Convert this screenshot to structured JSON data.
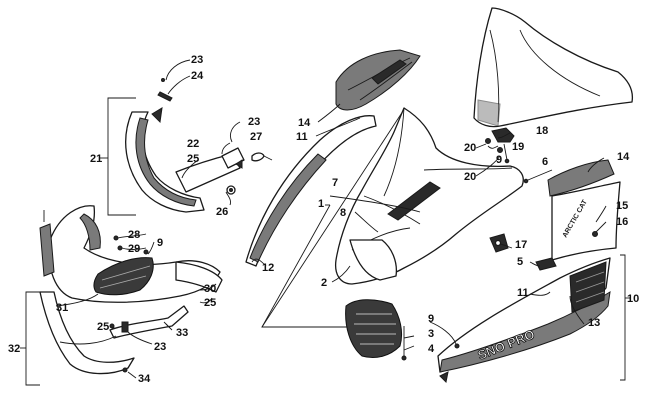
{
  "callouts": {
    "c1": "1",
    "c2": "2",
    "c3": "3",
    "c4": "4",
    "c5": "5",
    "c6": "6",
    "c7": "7",
    "c8": "8",
    "c9a": "9",
    "c9b": "9",
    "c9c": "9",
    "c10": "10",
    "c11a": "11",
    "c11b": "11",
    "c12": "12",
    "c13": "13",
    "c14a": "14",
    "c14b": "14",
    "c15": "15",
    "c16": "16",
    "c17": "17",
    "c18": "18",
    "c19": "19",
    "c20a": "20",
    "c20b": "20",
    "c21": "21",
    "c22": "22",
    "c23a": "23",
    "c23b": "23",
    "c23c": "23",
    "c24": "24",
    "c25a": "25",
    "c25b": "25",
    "c25c": "25",
    "c26": "26",
    "c27": "27",
    "c28": "28",
    "c29": "29",
    "c30": "30",
    "c31": "31",
    "c32": "32",
    "c33": "33",
    "c34": "34"
  },
  "decals": {
    "side_panel_brand": "ARCTIC CAT",
    "front_panel_model": "SNO PRO"
  }
}
